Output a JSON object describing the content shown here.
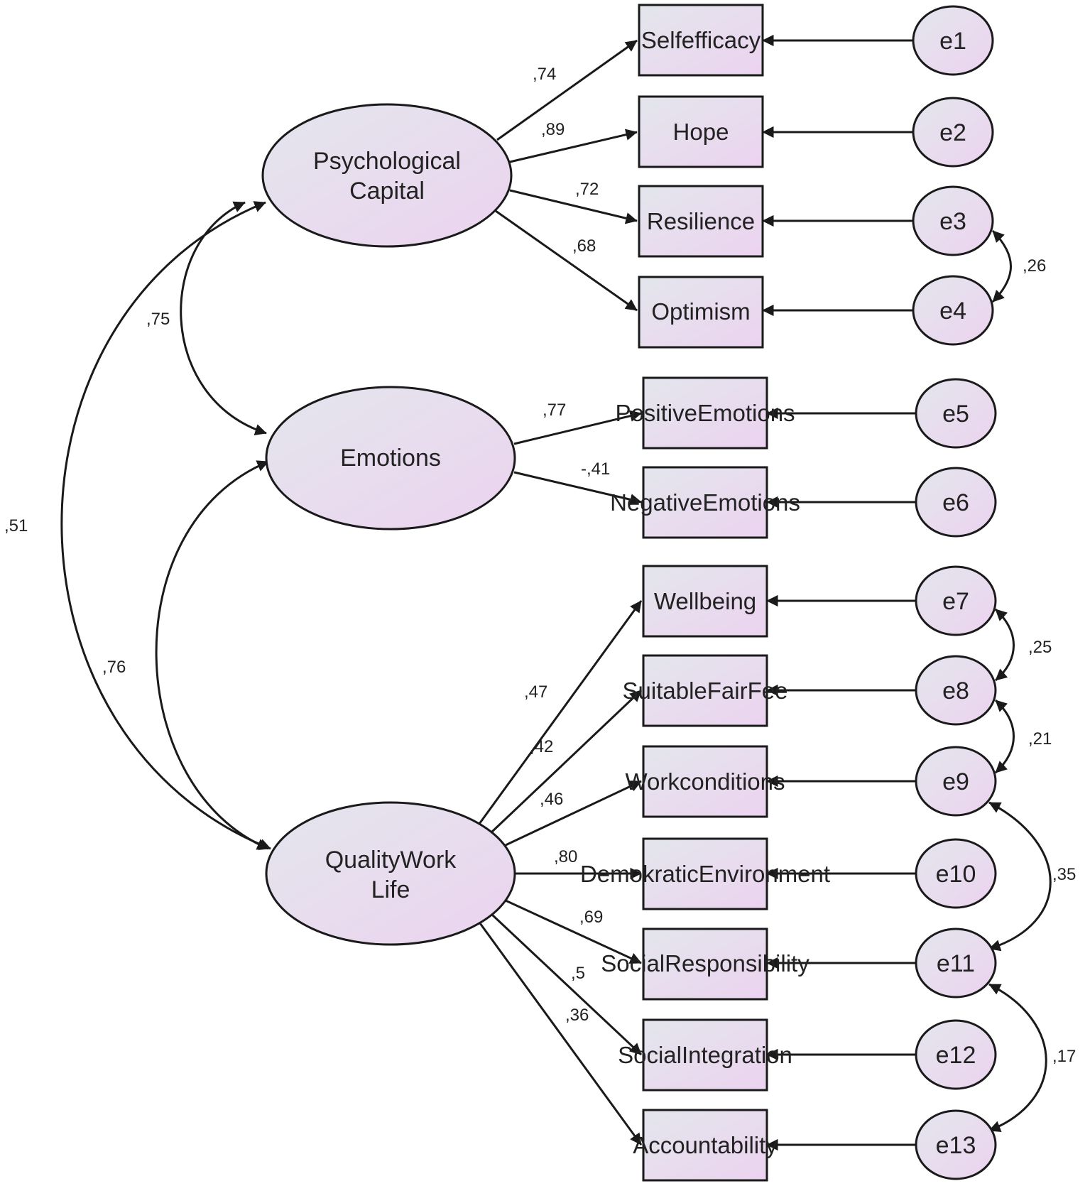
{
  "colors": {
    "node_fill_start": "#e3e6ec",
    "node_fill_end": "#ecd3f0",
    "stroke": "#1a1a1a"
  },
  "latents": {
    "psycap": [
      "Psychological",
      "Capital"
    ],
    "emotions": [
      "Emotions"
    ],
    "qwl": [
      "QualityWork",
      "Life"
    ]
  },
  "observed": {
    "selfefficacy": "Selfefficacy",
    "hope": "Hope",
    "resilience": "Resilience",
    "optimism": "Optimism",
    "positiveemotions": "PositiveEmotions",
    "negativeemotions": "NegativeEmotions",
    "wellbeing": "Wellbeing",
    "suitablefairfee": "SuitableFairFee",
    "workconditions": "Workconditions",
    "democraticenvironment": "DemokraticEnvironment",
    "socialresponsibility": "SocialResponsibility",
    "socialintegration": "SocialIntegration",
    "accountability": "Accountability"
  },
  "errors": {
    "e1": "e1",
    "e2": "e2",
    "e3": "e3",
    "e4": "e4",
    "e5": "e5",
    "e6": "e6",
    "e7": "e7",
    "e8": "e8",
    "e9": "e9",
    "e10": "e10",
    "e11": "e11",
    "e12": "e12",
    "e13": "e13"
  },
  "loadings": {
    "selfefficacy": ",74",
    "hope": ",89",
    "resilience": ",72",
    "optimism": ",68",
    "positiveemotions": ",77",
    "negativeemotions": "-,41",
    "wellbeing": ",47",
    "suitablefairfee": ",42",
    "workconditions": ",46",
    "democraticenvironment": ",80",
    "socialresponsibility": ",69",
    "socialresponsibility_overlap": ",5",
    "socialintegration": ",36"
  },
  "latent_covariances": {
    "psycap_emotions": ",75",
    "emotions_qwl": ",76",
    "psycap_qwl": ",51"
  },
  "error_covariances": {
    "e3_e4": ",26",
    "e7_e8": ",25",
    "e8_e9": ",21",
    "e9_e11": ",35",
    "e11_e13": ",17"
  }
}
